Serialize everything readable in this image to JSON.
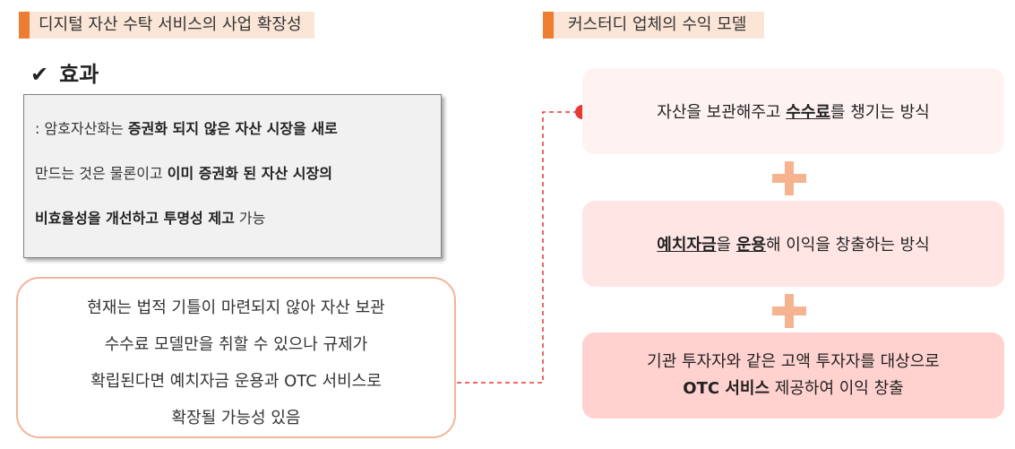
{
  "left_section": {
    "title": "디지털 자산 수탁 서비스의 사업 확장성",
    "effect": {
      "check": "✔",
      "title": "효과"
    },
    "effect_text": {
      "line1": {
        "prefix": ": 암호자산화는 ",
        "bold": "증권화 되지 않은 자산 시장을 새로"
      },
      "line2": {
        "prefix": "만드는 것은 물론이고 ",
        "bold": "이미 증권화 된 자산 시장의"
      },
      "line3": {
        "bold": "비효율성을 개선하고 투명성 제고",
        "suffix": " 가능"
      }
    },
    "outlook": {
      "line1": "현재는 법적 기틀이 마련되지 않아 자산 보관",
      "line2": "수수료 모델만을 취할 수 있으나 규제가",
      "line3": "확립된다면 예치자금 운용과 OTC 서비스로",
      "line4": "확장될 가능성 있음"
    }
  },
  "right_section": {
    "title": "커스터디 업체의 수익 모델",
    "box1": {
      "pre": "자산을 보관해주고 ",
      "bold": "수수료",
      "post": "를 챙기는 방식"
    },
    "box2": {
      "bold1": "예치자금",
      "mid": "을 ",
      "bold2": "운용",
      "post": "해 이익을 창출하는 방식"
    },
    "box3": {
      "line1": "기관 투자자와 같은 고액 투자자를 대상으로",
      "bold": "OTC 서비스",
      "line2_post": " 제공하여 이익 창출"
    }
  },
  "colors": {
    "accent_orange": "#ed7d31",
    "header_bg": "#fbe5d6",
    "box1_bg": "#fff3f2",
    "box2_bg": "#ffe6e5",
    "box3_bg": "#ffd1cf",
    "plus": "#f6b38f",
    "connector_red": "#e53935"
  }
}
